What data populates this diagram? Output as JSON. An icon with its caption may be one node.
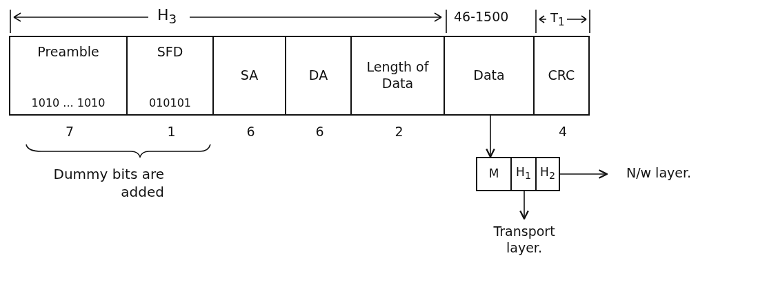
{
  "diagram": {
    "nodes": [
      {
        "text": [
          "Preamble",
          "1010 ... 1010"
        ],
        "beside": [
          "7"
        ]
      },
      {
        "text": [
          "SFD",
          "010101"
        ],
        "beside": [
          "1"
        ]
      },
      {
        "text": [
          "SA"
        ],
        "beside": [
          "6"
        ]
      },
      {
        "text": [
          "DA"
        ],
        "beside": [
          "6"
        ]
      },
      {
        "text": [
          "Length of Data"
        ],
        "beside": [
          "2"
        ]
      },
      {
        "text": [
          "Data"
        ]
      },
      {
        "text": [
          "CRC"
        ],
        "beside": [
          "4"
        ]
      },
      {
        "text": [],
        "shape": "box"
      },
      {
        "text": [
          "M"
        ],
        "in": 7
      },
      {
        "text": [
          "H$_{1}$"
        ],
        "in": 7
      },
      {
        "text": [
          "H$_{2}$"
        ],
        "in": 7
      },
      {
        "text": [
          "N/w layer."
        ]
      },
      {
        "text": [
          "Transport layer."
        ]
      }
    ],
    "edges": [
      {
        "from": 5,
        "to": 7,
        "arrow": "to"
      },
      {
        "from": 10,
        "to": 11,
        "arrow": "to"
      },
      {
        "from": 9,
        "to": 12,
        "arrow": "to"
      }
    ],
    "labels": [
      "H$_{3}$",
      "46-1500",
      "T$_{1}$",
      "Dummy bits are added"
    ]
  }
}
